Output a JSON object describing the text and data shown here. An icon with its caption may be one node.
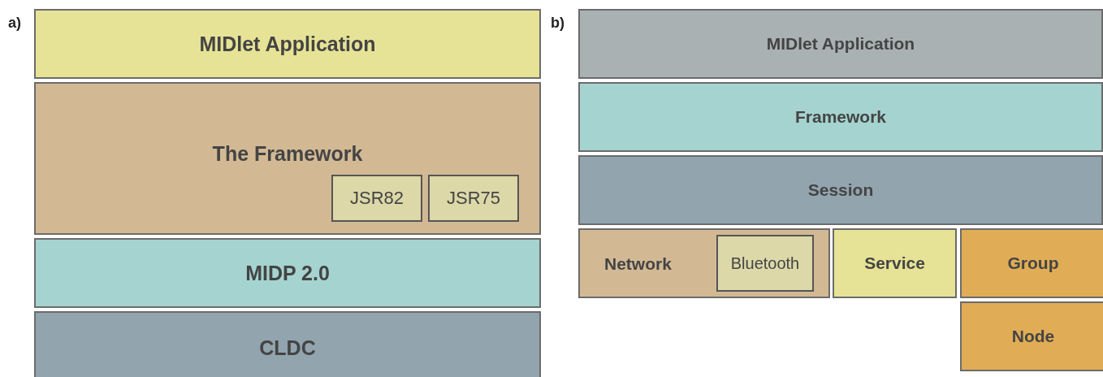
{
  "diagram": {
    "nodes": [
      {
        "text": [
          "MIDlet Application"
        ]
      },
      {
        "text": [
          "The Framework"
        ]
      },
      {
        "text": [
          "JSR82"
        ],
        "in": 1
      },
      {
        "text": [
          "JSR75"
        ],
        "in": 1
      },
      {
        "text": [
          "MIDP 2.0"
        ]
      },
      {
        "text": [
          "CLDC"
        ]
      },
      {
        "text": [
          "MIDlet Application"
        ]
      },
      {
        "text": [
          "Framework"
        ]
      },
      {
        "text": [
          "Session"
        ]
      },
      {
        "text": [
          "Network"
        ]
      },
      {
        "text": [
          "Bluetooth"
        ],
        "in": 9
      },
      {
        "text": [
          "Service"
        ]
      },
      {
        "text": [
          "Group"
        ]
      },
      {
        "text": [
          "Node"
        ]
      }
    ],
    "edges": [],
    "labels": [
      "a)",
      "b)"
    ]
  }
}
